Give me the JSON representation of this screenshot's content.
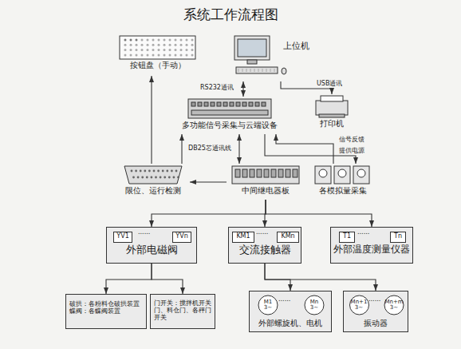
{
  "diagram": {
    "title": "系统工作流程图",
    "nodes": [
      {
        "text": [
          "按钮盘（手动）"
        ]
      },
      {
        "text": [
          "上位机"
        ]
      },
      {
        "text": [
          "多功能信号采集与云端设备"
        ]
      },
      {
        "text": [
          "打印机"
        ]
      },
      {
        "text": [
          "限位、运行检测"
        ]
      },
      {
        "text": [
          "中间继电器板"
        ]
      },
      {
        "text": [
          "各模拟量采集"
        ]
      },
      {
        "text": [
          "外部电磁阀"
        ]
      },
      {
        "text": [
          "YV1"
        ],
        "in": 7
      },
      {
        "text": [
          "YVn"
        ],
        "in": 7
      },
      {
        "text": [
          "交流接触器"
        ]
      },
      {
        "text": [
          "KM1"
        ],
        "in": 10
      },
      {
        "text": [
          "KMn"
        ],
        "in": 10
      },
      {
        "text": [
          "外部温度测量仪器"
        ]
      },
      {
        "text": [
          "T1"
        ],
        "in": 13
      },
      {
        "text": [
          "Tn"
        ],
        "in": 13
      },
      {
        "text": [
          "破拱：各粉料仓破拱装置",
          "蝶阀：各蝶阀装置"
        ]
      },
      {
        "text": [
          "门开关：搅拌机开关门、料仓门、各秤门开关"
        ]
      },
      {
        "text": [
          "外部螺旋机、电机"
        ]
      },
      {
        "text": [
          "M1",
          "3~"
        ],
        "in": 18
      },
      {
        "text": [
          "Mn",
          "3~"
        ],
        "in": 18
      },
      {
        "text": [
          "振动器"
        ]
      },
      {
        "text": [
          "Mn+1",
          "3~"
        ],
        "in": 21
      },
      {
        "text": [
          "Mn+m",
          "3~"
        ],
        "in": 21
      }
    ],
    "edges": [
      {
        "from": 1,
        "to": 2,
        "label": "RS232通讯",
        "arrow": "both"
      },
      {
        "from": 1,
        "to": 3,
        "label": "USB通讯",
        "arrow": "to"
      },
      {
        "from": 4,
        "to": 0,
        "arrow": "to"
      },
      {
        "from": 4,
        "to": 2,
        "arrow": "to"
      },
      {
        "from": 2,
        "to": 5,
        "label": "DB25芯通讯线",
        "arrow": "both"
      },
      {
        "from": 6,
        "to": 2,
        "label": "信号反馈",
        "arrow": "to"
      },
      {
        "from": 2,
        "to": 6,
        "label": "提供电源",
        "arrow": "to"
      },
      {
        "from": 5,
        "to": 4,
        "arrow": "to"
      },
      {
        "from": 5,
        "to": 7,
        "arrow": "to"
      },
      {
        "from": 5,
        "to": 10,
        "arrow": "to"
      },
      {
        "from": 5,
        "to": 13,
        "arrow": "to"
      },
      {
        "from": 7,
        "to": 16,
        "arrow": "to"
      },
      {
        "from": 7,
        "to": 17,
        "arrow": "to"
      },
      {
        "from": 10,
        "to": 18,
        "arrow": "to"
      },
      {
        "from": 10,
        "to": 21,
        "arrow": "to"
      }
    ],
    "labels": [
      "......",
      "......",
      "......",
      "......",
      "......"
    ]
  }
}
